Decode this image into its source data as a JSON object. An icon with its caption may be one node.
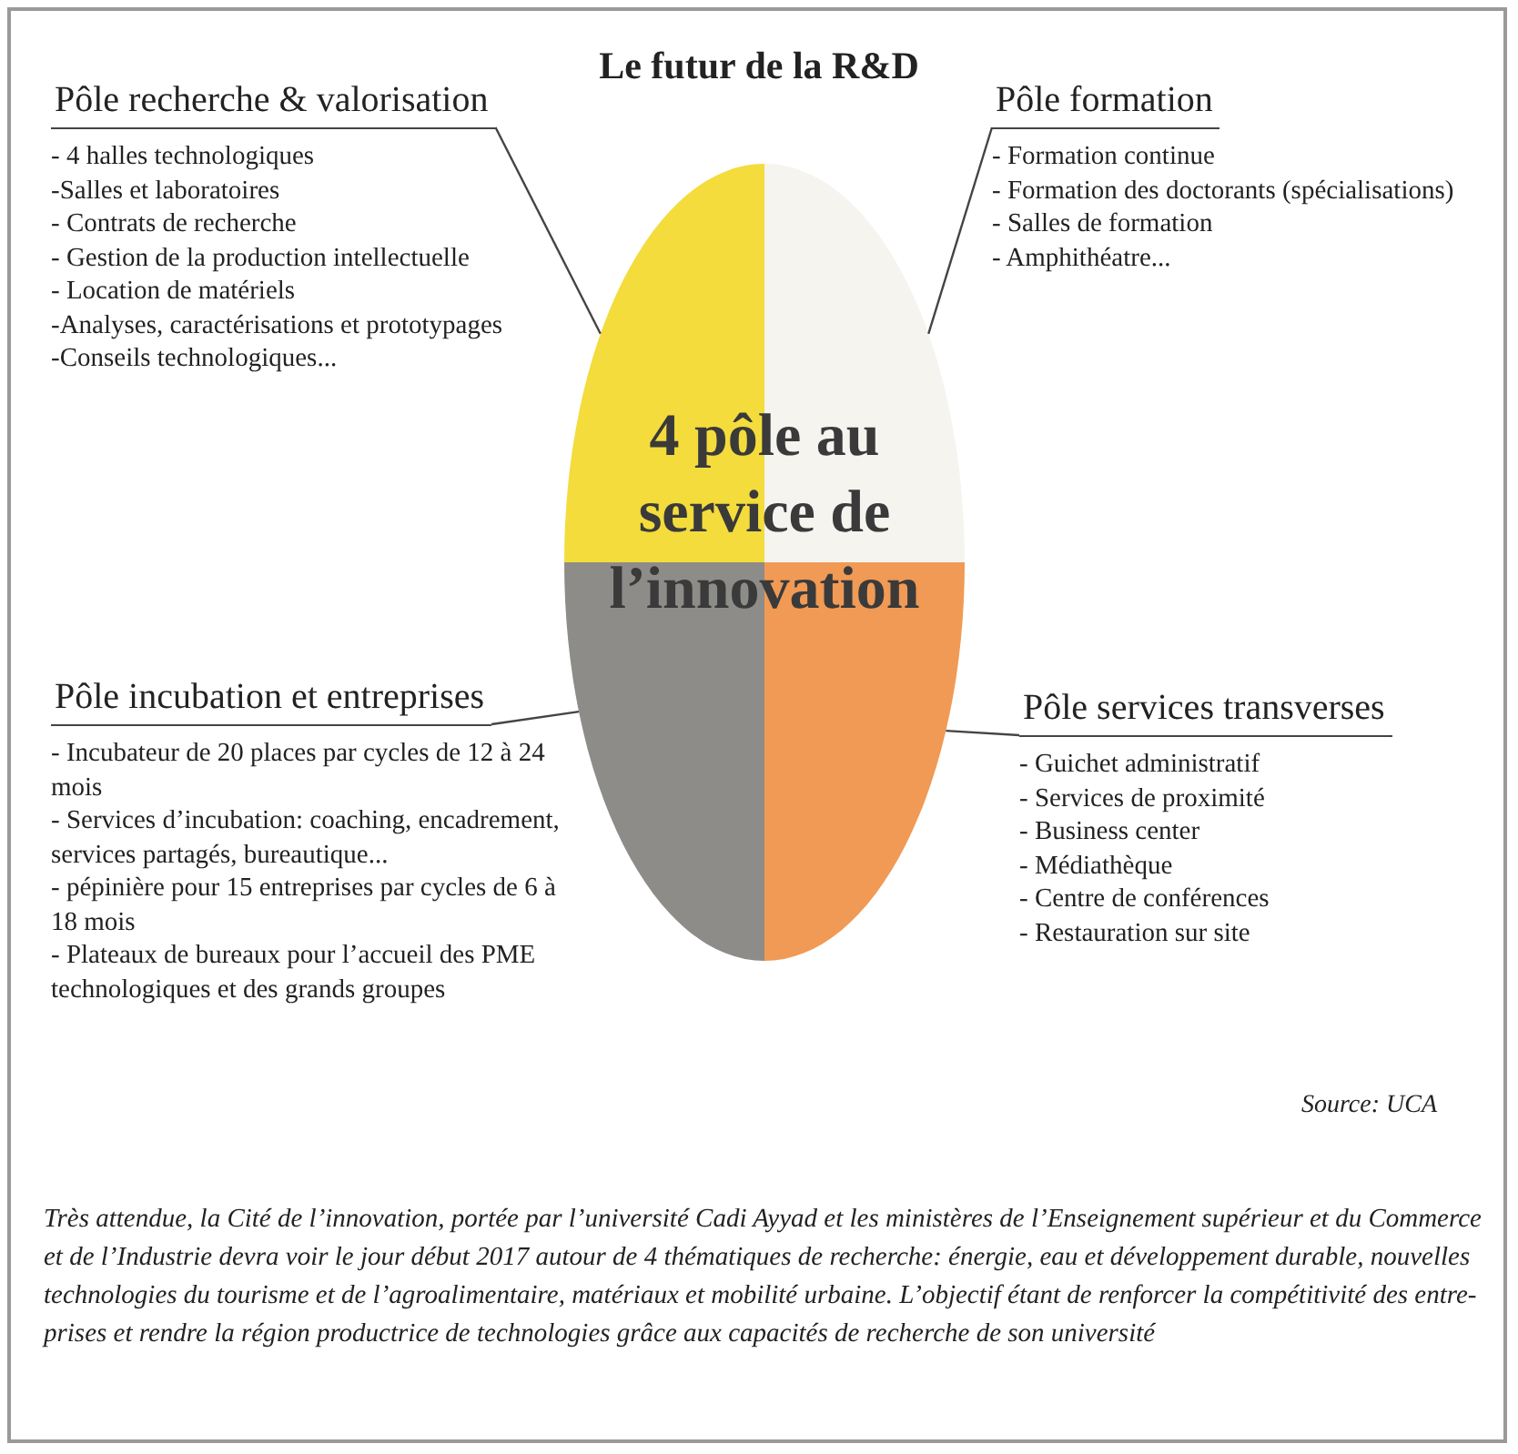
{
  "diagram": {
    "title": "Le futur de la R&D",
    "caption": "Très attendue, la Cité de l’innovation, portée par l’université Cadi Ayyad et les ministères de l’Enseignement supérieur et du Commerce et de l’Industrie devra voir le jour début 2017 autour de 4 thématiques de recherche: énergie, eau et développement durable, nouvelles technologies du tourisme et de l’agroalimentaire, matériaux et mobilité urbaine. L’objectif étant de renforcer la compétitivité des entre-prises et rendre la région productrice de technologies grâce aux capacités de recherche de son université",
    "nodes": [
      {
        "text": [
          "Pôle recherche & valorisation",
          "- 4 halles technologiques",
          "-Salles et laboratoires",
          "- Contrats de recherche",
          "- Gestion de la production intellectuelle",
          "- Location de matériels",
          "-Analyses, caractérisations et prototypages",
          "-Conseils technologiques..."
        ]
      },
      {
        "text": [
          "Pôle formation",
          "- Formation continue",
          "- Formation des doctorants (spécialisations)",
          "- Salles de formation",
          "- Amphithéatre..."
        ]
      },
      {
        "text": [
          "4 pôle au service de l’innovation"
        ]
      },
      {
        "text": [],
        "shape": "sector",
        "in": 2
      },
      {
        "text": [],
        "shape": "sector",
        "in": 2
      },
      {
        "text": [],
        "shape": "sector",
        "in": 2
      },
      {
        "text": [],
        "shape": "sector",
        "in": 2
      },
      {
        "text": [
          "Pôle incubation et entreprises",
          "- Incubateur de 20 places par cycles de 12 à 24 mois",
          "- Services d’incubation: coaching, encadrement, services partagés, bureautique...",
          "- pépinière pour 15 entreprises par cycles de 6 à 18 mois",
          "- Plateaux de bureaux pour l’accueil des PME technologiques et des grands groupes"
        ]
      },
      {
        "text": [
          "Pôle services transverses",
          "- Guichet administratif",
          "- Services de proximité",
          "- Business center",
          "- Médiathèque",
          "- Centre de conférences",
          "- Restauration sur site"
        ]
      }
    ],
    "edges": [
      {
        "from": 0,
        "to": 3,
        "arrow": "none"
      },
      {
        "from": 1,
        "to": 4,
        "arrow": "none"
      },
      {
        "from": 7,
        "to": 5,
        "arrow": "none"
      },
      {
        "from": 8,
        "to": 6,
        "arrow": "none"
      }
    ],
    "labels": [
      "Source: UCA"
    ]
  }
}
